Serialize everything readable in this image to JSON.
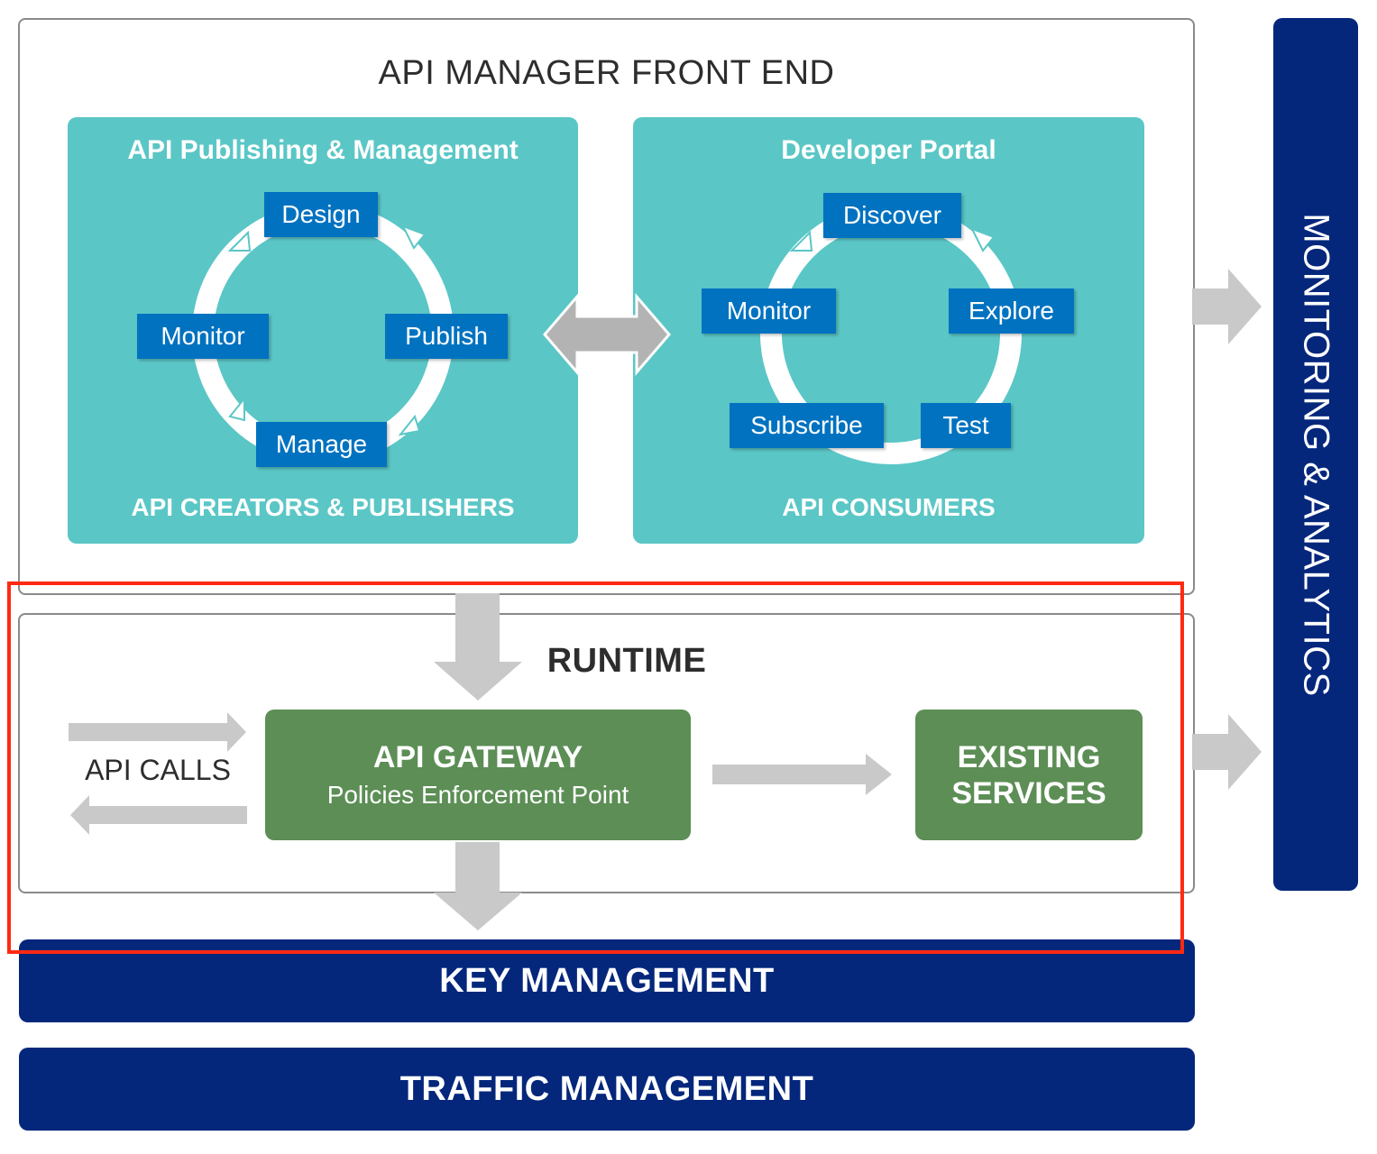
{
  "front_end": {
    "title": "API MANAGER FRONT END",
    "publishing_panel": {
      "title": "API Publishing & Management",
      "steps": [
        "Design",
        "Publish",
        "Manage",
        "Monitor"
      ],
      "footer": "API CREATORS & PUBLISHERS"
    },
    "portal_panel": {
      "title": "Developer Portal",
      "steps": [
        "Discover",
        "Explore",
        "Test",
        "Subscribe",
        "Monitor"
      ],
      "footer": "API CONSUMERS"
    }
  },
  "runtime": {
    "title": "RUNTIME",
    "api_calls": "API CALLS",
    "gateway": {
      "title": "API GATEWAY",
      "subtitle": "Policies Enforcement Point"
    },
    "services": {
      "line1": "EXISTING",
      "line2": "SERVICES"
    }
  },
  "bars": {
    "key_management": "KEY MANAGEMENT",
    "traffic_management": "TRAFFIC MANAGEMENT",
    "monitoring_analytics": "MONITORING & ANALYTICS"
  },
  "colors": {
    "panel_teal": "#5bc6c6",
    "step_blue": "#0072c0",
    "navy": "#04277c",
    "gateway_green": "#5c8e55",
    "arrow_gray": "#c9c9c9",
    "highlight_red": "#ff2a12"
  },
  "icons": [
    "cycle-arrow-icon",
    "double-arrow-icon",
    "right-arrow-icon",
    "down-arrow-icon",
    "left-arrow-icon"
  ]
}
